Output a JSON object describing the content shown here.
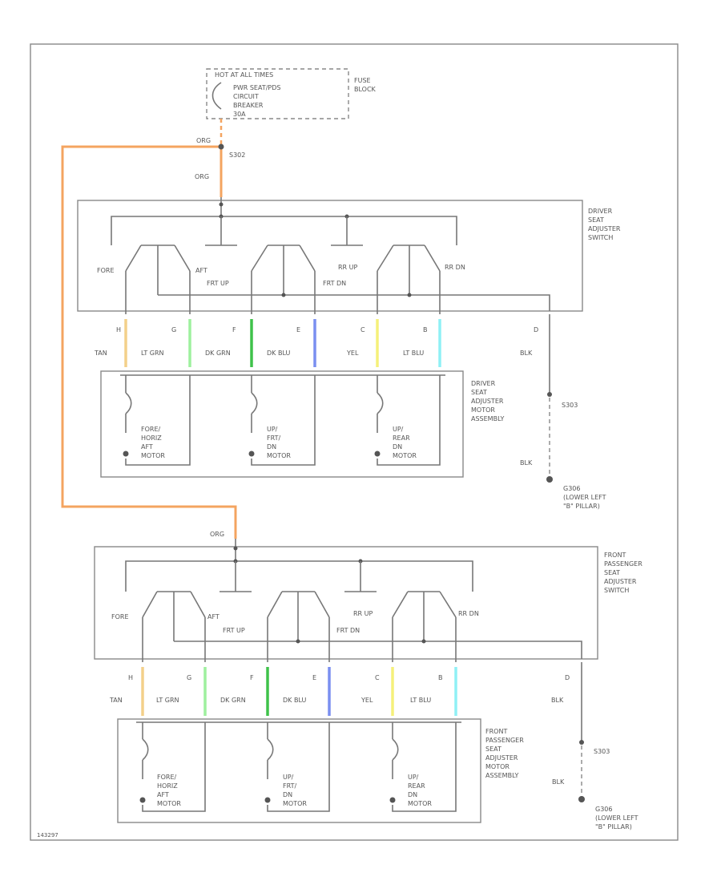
{
  "colors": {
    "org": "#f4a460",
    "tan": "#f3d08a",
    "lt_grn": "#9ef09e",
    "dk_grn": "#3fc24a",
    "dk_blu": "#7a8ff0",
    "yel": "#f5f07a",
    "lt_blu": "#8ff0f5"
  },
  "header": {
    "hot_at_all_times": "HOT AT ALL TIMES",
    "breaker_l1": "PWR SEAT/PDS",
    "breaker_l2": "CIRCUIT",
    "breaker_l3": "BREAKER",
    "breaker_l4": "30A",
    "fuse_block_l1": "FUSE",
    "fuse_block_l2": "BLOCK",
    "org_top": "ORG",
    "splice_top": "S302",
    "org_mid": "ORG",
    "org_bottom": "ORG"
  },
  "driver": {
    "switch_l1": "DRIVER",
    "switch_l2": "SEAT",
    "switch_l3": "ADJUSTER",
    "switch_l4": "SWITCH",
    "motor_l1": "DRIVER",
    "motor_l2": "SEAT",
    "motor_l3": "ADJUSTER",
    "motor_l4": "MOTOR",
    "motor_l5": "ASSEMBLY",
    "ground_splice": "S303",
    "ground_wire": "BLK",
    "ground_l1": "G306",
    "ground_l2": "(LOWER LEFT",
    "ground_l3": "\"B\" PILLAR)"
  },
  "passenger": {
    "switch_l1": "FRONT",
    "switch_l2": "PASSENGER",
    "switch_l3": "SEAT",
    "switch_l4": "ADJUSTER",
    "switch_l5": "SWITCH",
    "motor_l1": "FRONT",
    "motor_l2": "PASSENGER",
    "motor_l3": "SEAT",
    "motor_l4": "ADJUSTER",
    "motor_l5": "MOTOR",
    "motor_l6": "ASSEMBLY",
    "ground_splice": "S303",
    "ground_wire": "BLK",
    "ground_l1": "G306",
    "ground_l2": "(LOWER LEFT",
    "ground_l3": "\"B\" PILLAR)"
  },
  "switch_labels": {
    "fore": "FORE",
    "aft": "AFT",
    "frt_up": "FRT UP",
    "frt_dn": "FRT DN",
    "rr_up": "RR UP",
    "rr_dn": "RR DN"
  },
  "pins": {
    "h": "H",
    "g": "G",
    "f": "F",
    "e": "E",
    "c": "C",
    "b": "B",
    "d": "D"
  },
  "wires": {
    "tan": "TAN",
    "lt_grn": "LT GRN",
    "dk_grn": "DK GRN",
    "dk_blu": "DK BLU",
    "yel": "YEL",
    "lt_blu": "LT BLU",
    "blk": "BLK"
  },
  "motors": {
    "m1_l1": "FORE/",
    "m1_l2": "HORIZ",
    "m1_l3": "AFT",
    "m1_l4": "MOTOR",
    "m2_l1": "UP/",
    "m2_l2": "FRT/",
    "m2_l3": "DN",
    "m2_l4": "MOTOR",
    "m3_l1": "UP/",
    "m3_l2": "REAR",
    "m3_l3": "DN",
    "m3_l4": "MOTOR"
  },
  "footer": {
    "figure_id": "143297"
  }
}
